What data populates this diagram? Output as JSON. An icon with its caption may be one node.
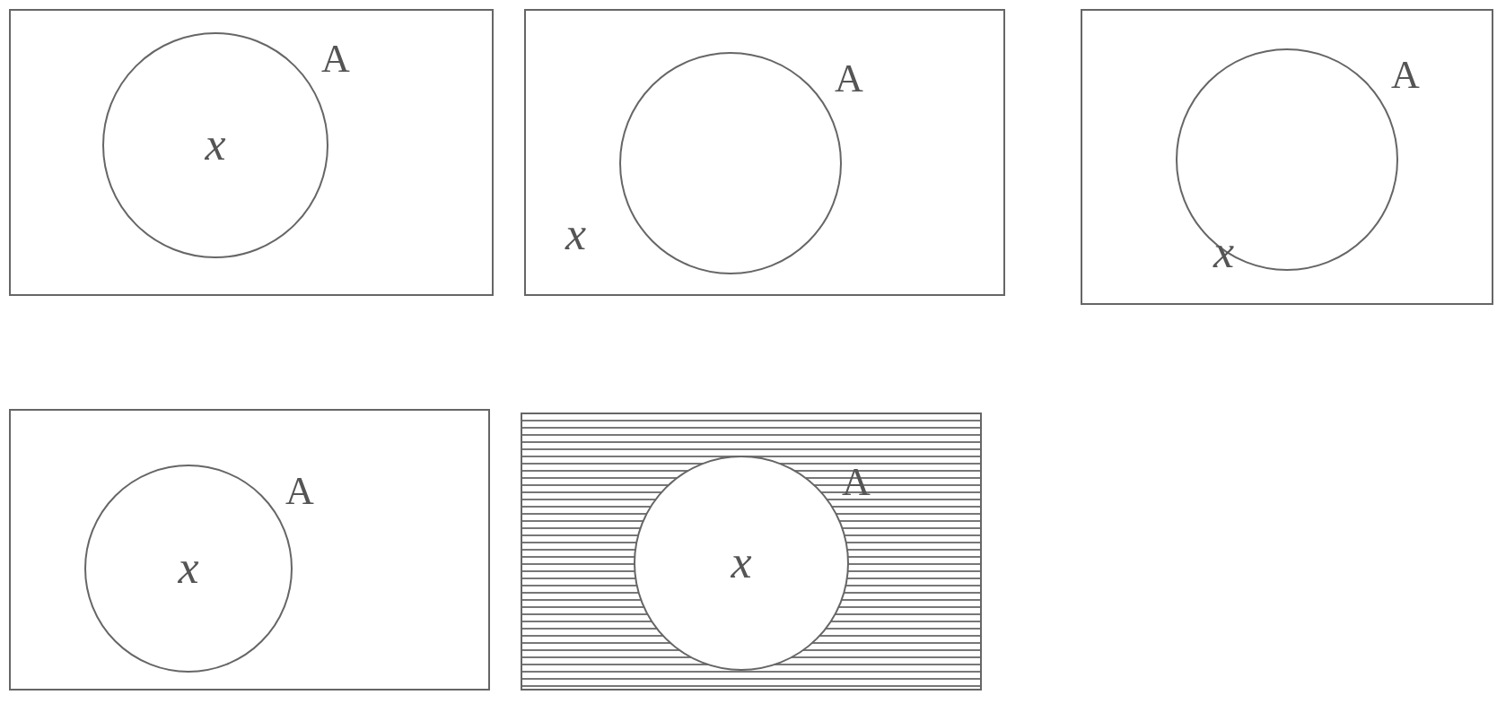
{
  "diagram": {
    "nodes": [
      {
        "text": [],
        "shape": "box"
      },
      {
        "text": [
          "x"
        ],
        "beside": [
          "A"
        ],
        "in": 0
      },
      {
        "text": [
          "x"
        ]
      },
      {
        "text": [],
        "shape": "circle",
        "beside": [
          "A"
        ],
        "in": 2
      },
      {
        "text": [],
        "shape": "box"
      },
      {
        "text": [],
        "shape": "circle",
        "beside": [
          "A"
        ],
        "in": 4
      },
      {
        "text": [],
        "shape": "box"
      },
      {
        "text": [
          "x"
        ],
        "beside": [
          "A"
        ],
        "in": 6
      },
      {
        "text": [],
        "shape": "box"
      },
      {
        "text": [
          "x"
        ],
        "beside": [
          "A"
        ],
        "in": 8
      }
    ],
    "edges": [],
    "labels": [
      "x"
    ]
  }
}
